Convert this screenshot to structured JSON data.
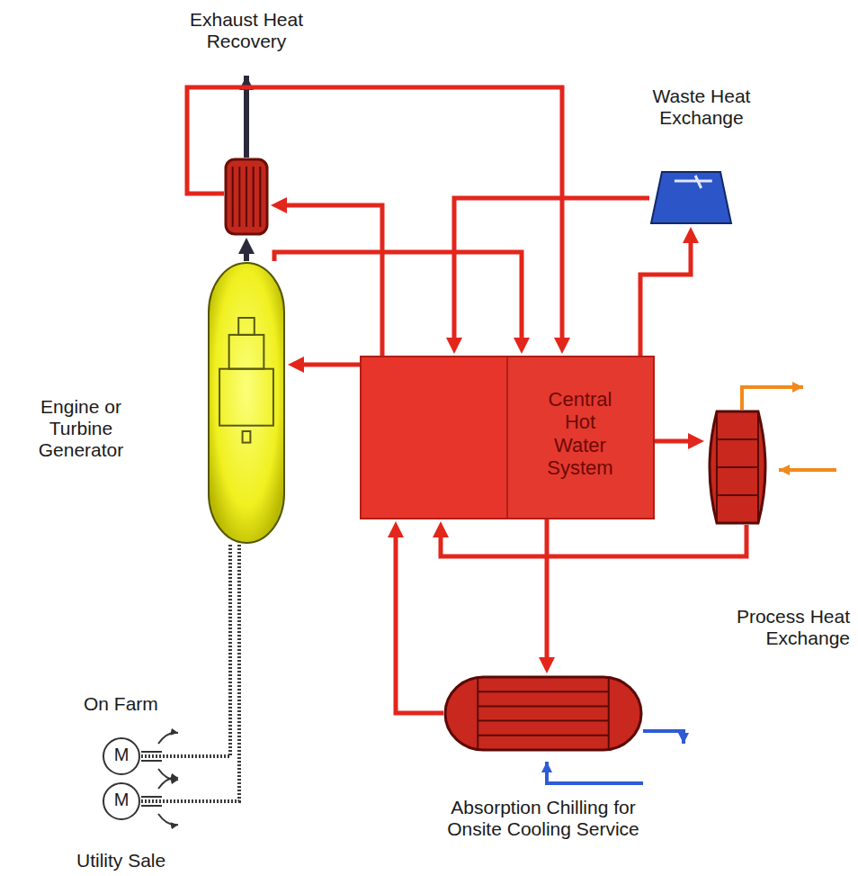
{
  "diagram": {
    "nodes": [
      {
        "text": [
          "Exhaust Heat Recovery"
        ]
      },
      {
        "text": [
          "Waste Heat Exchange"
        ]
      },
      {
        "text": [
          "Engine or Turbine Generator"
        ]
      },
      {
        "text": [
          "Central Hot Water System"
        ]
      },
      {
        "text": [
          "Process Heat Exchange"
        ]
      },
      {
        "text": [
          "Absorption Chilling for Onsite Cooling Service"
        ]
      },
      {
        "text": [
          "M",
          "On Farm"
        ]
      },
      {
        "text": [
          "M",
          "Utility Sale"
        ]
      }
    ],
    "edges": [
      {
        "from": 3,
        "to": 2,
        "arrow": "to"
      },
      {
        "from": 3,
        "to": 0,
        "arrow": "to"
      },
      {
        "from": 0,
        "to": 3,
        "arrow": "to"
      },
      {
        "from": 2,
        "to": 3,
        "arrow": "to"
      },
      {
        "from": 1,
        "to": 3,
        "arrow": "to"
      },
      {
        "from": 3,
        "to": 1,
        "arrow": "to"
      },
      {
        "from": 3,
        "to": 4,
        "arrow": "to"
      },
      {
        "from": 4,
        "to": 3,
        "arrow": "to"
      },
      {
        "from": 3,
        "to": 5,
        "arrow": "to"
      },
      {
        "from": 5,
        "to": 3,
        "arrow": "to"
      },
      {
        "from": 2,
        "to": 0,
        "arrow": "to"
      },
      {
        "from": 2,
        "to": 6,
        "arrow": "none"
      },
      {
        "from": 2,
        "to": 7,
        "arrow": "none"
      }
    ]
  }
}
